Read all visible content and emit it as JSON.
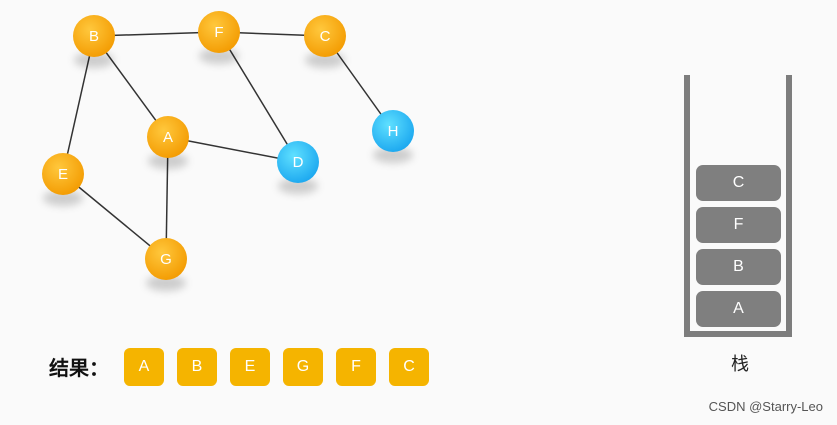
{
  "graph": {
    "nodes": [
      {
        "id": "B",
        "label": "B",
        "state": "visited"
      },
      {
        "id": "F",
        "label": "F",
        "state": "visited"
      },
      {
        "id": "C",
        "label": "C",
        "state": "visited"
      },
      {
        "id": "A",
        "label": "A",
        "state": "visited"
      },
      {
        "id": "D",
        "label": "D",
        "state": "unvisited"
      },
      {
        "id": "H",
        "label": "H",
        "state": "unvisited"
      },
      {
        "id": "E",
        "label": "E",
        "state": "visited"
      },
      {
        "id": "G",
        "label": "G",
        "state": "visited"
      }
    ],
    "edges": [
      [
        "B",
        "F"
      ],
      [
        "F",
        "C"
      ],
      [
        "B",
        "A"
      ],
      [
        "B",
        "E"
      ],
      [
        "F",
        "D"
      ],
      [
        "C",
        "H"
      ],
      [
        "A",
        "D"
      ],
      [
        "A",
        "G"
      ],
      [
        "E",
        "G"
      ]
    ],
    "colors": {
      "visited": "#f9a512",
      "unvisited": "#2bb9f5",
      "edge": "#333333"
    }
  },
  "result": {
    "label": "结果：",
    "items": [
      "A",
      "B",
      "E",
      "G",
      "F",
      "C"
    ]
  },
  "stack": {
    "caption": "栈",
    "items_top_to_bottom": [
      "C",
      "F",
      "B",
      "A"
    ]
  },
  "watermark": "CSDN @Starry-Leo"
}
